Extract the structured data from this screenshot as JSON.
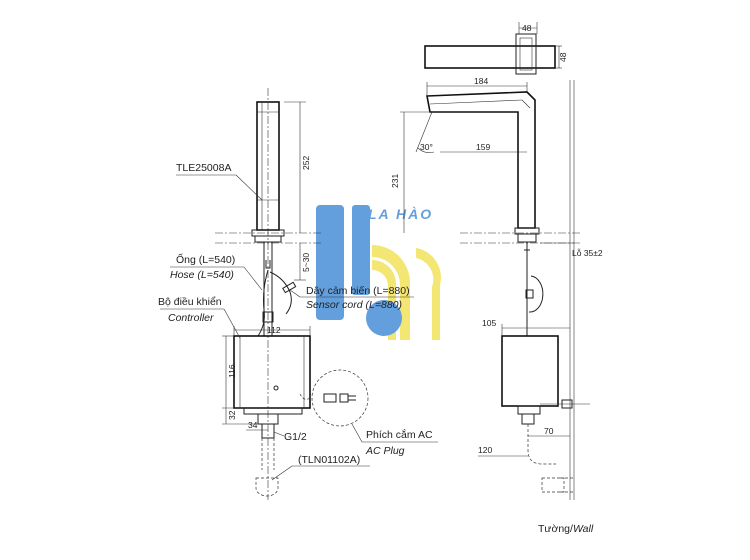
{
  "labels": {
    "model": "TLE25008A",
    "hose_vi": "Ống (L=540)",
    "hose_en": "Hose (L=540)",
    "sensor_vi": "Dây cảm biến (L=880)",
    "sensor_en": "Sensor cord (L=880)",
    "controller_vi": "Bộ điều khiển",
    "controller_en": "Controller",
    "thread": "G1/2",
    "part": "(TLN01102A)",
    "plug_vi": "Phích cắm AC",
    "plug_en": "AC Plug",
    "wall_vi": "Tường/",
    "wall_en": "Wall"
  },
  "dims": {
    "d48a": "48",
    "d48b": "48",
    "d184": "184",
    "d159": "159",
    "d30": "30°",
    "d231": "231",
    "d252": "252",
    "d530": "5~30",
    "d112": "112",
    "d116": "116",
    "d32": "32",
    "d34": "34",
    "hole": "Lỗ 35±2",
    "d105": "105",
    "d70": "70",
    "d120": "120"
  },
  "watermark": {
    "text": "LA HÀO",
    "colors": {
      "blue": "#4a8fd8",
      "yellow": "#f2e25a"
    }
  }
}
